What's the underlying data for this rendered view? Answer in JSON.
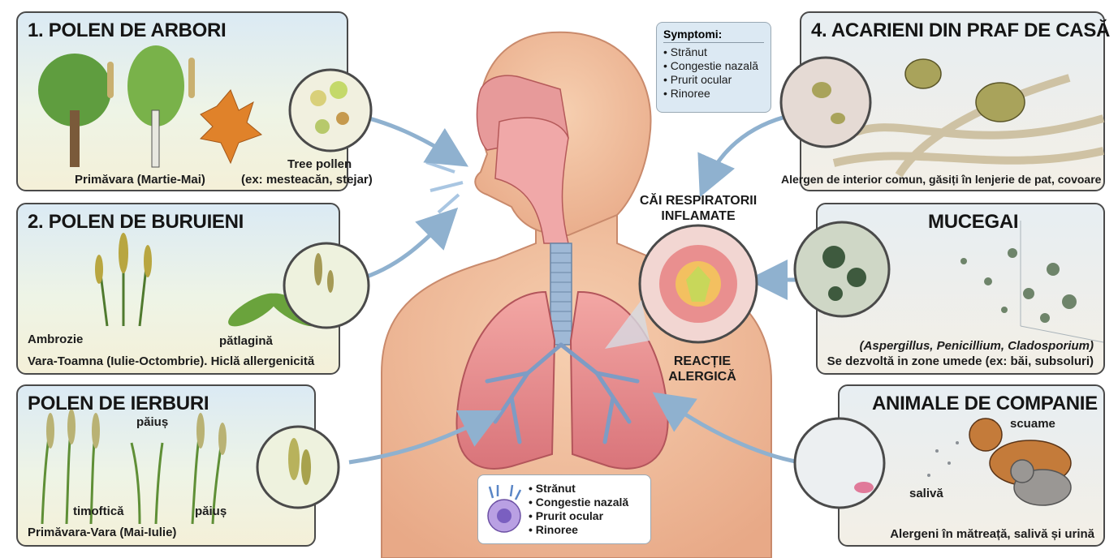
{
  "panels": {
    "tree": {
      "title": "1. POLEN DE ARBORI",
      "season": "Primăvara (Martie-Mai)",
      "note_line1": "Tree pollen",
      "note_line2": "(ex: mesteacăn, stejar)"
    },
    "weeds": {
      "title": "2. POLEN DE BURUIENI",
      "plant1": "Ambrozie",
      "plant2": "pătlagină",
      "season": "Vara-Toamna (Iulie-Octombrie). Hiclă allergenicită"
    },
    "grass": {
      "title": "POLEN DE IERBURI",
      "plant_top": "păiuș",
      "plant1": "timoftică",
      "plant2": "păiuș",
      "season": "Primăvara-Vara (Mai-Iulie)"
    },
    "mites": {
      "title": "4. ACARIENI DIN PRAF DE CASĂ",
      "caption": "Alergen de interior comun, găsiți în lenjerie de pat, covoare"
    },
    "mold": {
      "title": "MUCEGAI",
      "species": "(Aspergillus, Penicillium, Cladosporium)",
      "caption": "Se dezvoltă in zone umede (ex: băi, subsoluri)"
    },
    "pets": {
      "title": "ANIMALE DE COMPANIE",
      "label1": "scuame",
      "label2": "salivă",
      "caption": "Alergeni în mătreață, salivă și urină"
    }
  },
  "symptoms_top": {
    "title": "Symptomi:",
    "items": [
      "• Strănut",
      "• Congestie nazală",
      "• Prurit ocular",
      "• Rinoree"
    ]
  },
  "symptoms_bottom": {
    "items": [
      "• Strănut",
      "• Congestie nazală",
      "• Prurit ocular",
      "• Rinoree"
    ]
  },
  "center": {
    "airway_line1": "CĂI RESPIRATORII",
    "airway_line2": "INFLAMATE",
    "reaction_line1": "REACȚIE",
    "reaction_line2": "ALERGICĂ"
  }
}
